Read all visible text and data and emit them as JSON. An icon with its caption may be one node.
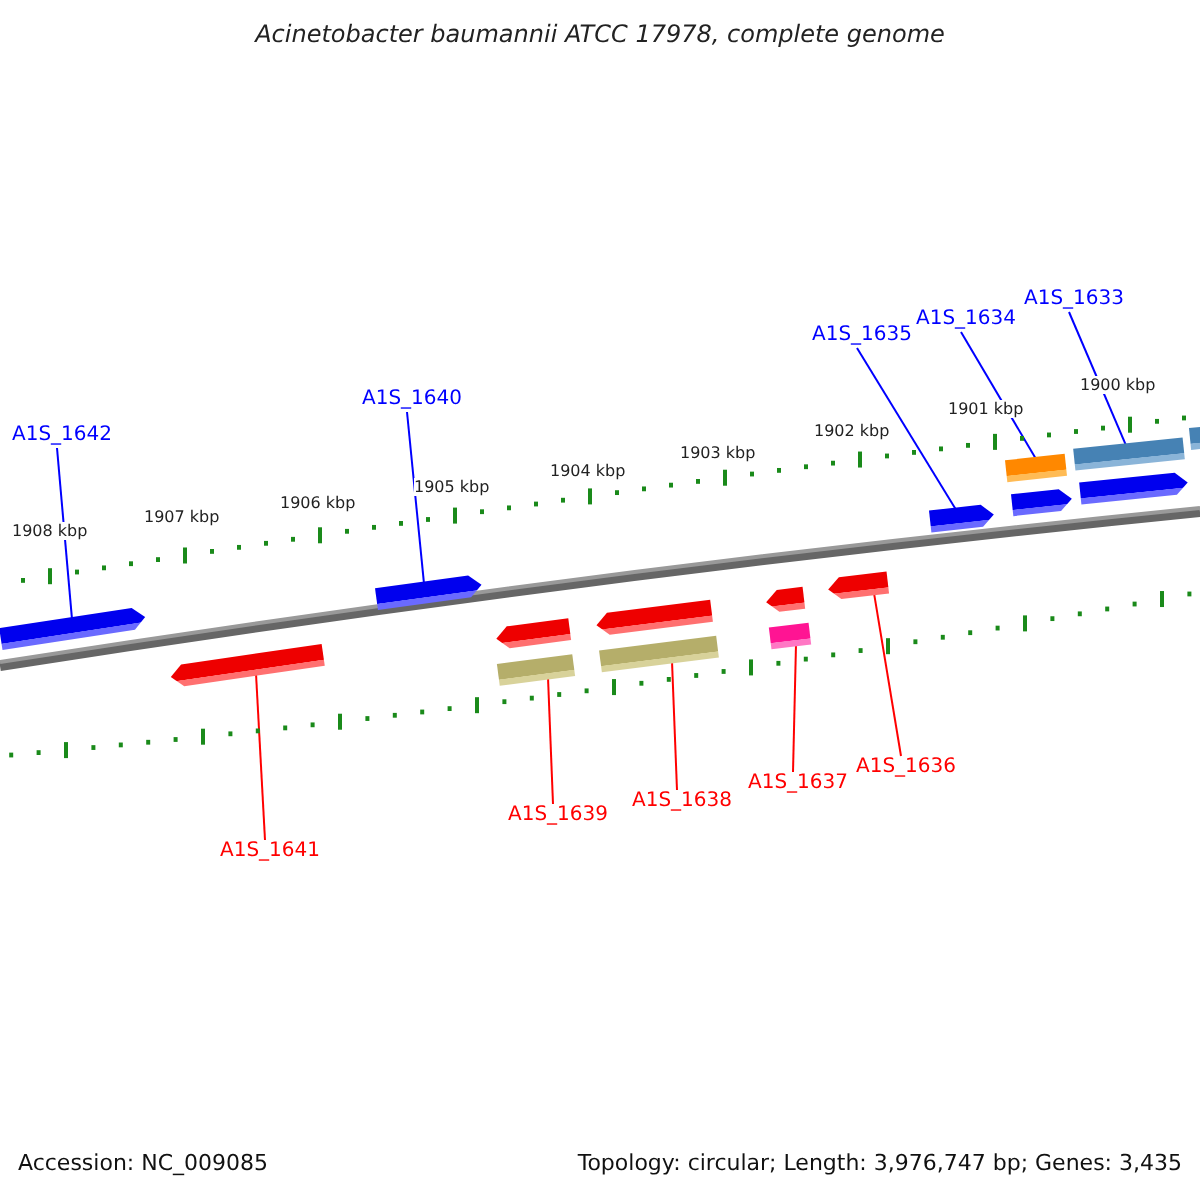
{
  "diagram": {
    "title": "Acinetobacter baumannii ATCC 17978, complete genome",
    "nodes": [
      {
        "text": [
          "A1S_1642"
        ]
      },
      {
        "text": [
          "A1S_1640"
        ]
      },
      {
        "text": [
          "A1S_1635"
        ]
      },
      {
        "text": [
          "A1S_1634"
        ]
      },
      {
        "text": [
          "A1S_1633"
        ]
      },
      {
        "text": [
          "A1S_1641"
        ]
      },
      {
        "text": [
          "A1S_1639"
        ]
      },
      {
        "text": [
          "A1S_1638"
        ]
      },
      {
        "text": [
          "A1S_1637"
        ]
      },
      {
        "text": [
          "A1S_1636"
        ]
      },
      {
        "text": [],
        "shape": "bar"
      },
      {
        "text": [],
        "shape": "bar"
      },
      {
        "text": [],
        "shape": "bar"
      },
      {
        "text": [],
        "shape": "bar"
      },
      {
        "text": [],
        "shape": "bar"
      },
      {
        "text": [],
        "shape": "bar"
      },
      {
        "text": [],
        "shape": "bar"
      },
      {
        "text": [],
        "shape": "bar"
      },
      {
        "text": [],
        "shape": "bar"
      },
      {
        "text": [],
        "shape": "bar"
      },
      {
        "text": [],
        "shape": "bar"
      },
      {
        "text": [],
        "shape": "bar"
      },
      {
        "text": [],
        "shape": "bar"
      },
      {
        "text": [],
        "shape": "bar"
      },
      {
        "text": [],
        "shape": "bar"
      },
      {
        "text": [],
        "shape": "bar"
      }
    ],
    "edges": [
      {
        "from": 0,
        "to": 10,
        "arrow": "none"
      },
      {
        "from": 1,
        "to": 12,
        "arrow": "none"
      },
      {
        "from": 2,
        "to": 20,
        "arrow": "none"
      },
      {
        "from": 3,
        "to": 21,
        "arrow": "none"
      },
      {
        "from": 4,
        "to": 23,
        "arrow": "none"
      },
      {
        "from": 5,
        "to": 11,
        "arrow": "none",
        "color": "#ff0000"
      },
      {
        "from": 6,
        "to": 14,
        "arrow": "none",
        "color": "#ff0000"
      },
      {
        "from": 7,
        "to": 16,
        "arrow": "none",
        "color": "#ff0000"
      },
      {
        "from": 8,
        "to": 18,
        "arrow": "none",
        "color": "#ff0000"
      },
      {
        "from": 9,
        "to": 19,
        "arrow": "none",
        "color": "#ff0000"
      }
    ],
    "labels": [
      "1908 kbp",
      "1907 kbp",
      "1906 kbp",
      "1905 kbp",
      "1904 kbp",
      "1903 kbp",
      "1902 kbp",
      "1901 kbp",
      "1900 kbp",
      "Accession: NC_009085",
      "Topology: circular; Length: 3,976,747 bp; Genes: 3,435"
    ]
  }
}
